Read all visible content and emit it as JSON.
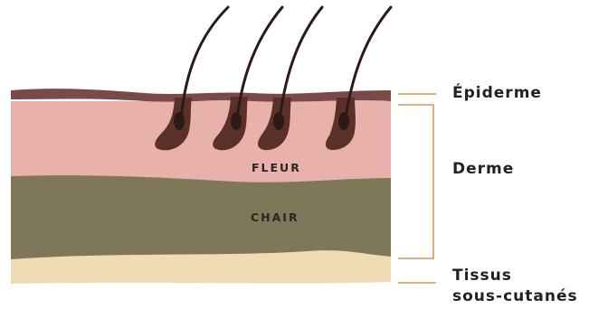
{
  "layers": {
    "fleur": "FLEUR",
    "chair": "CHAIR"
  },
  "labels": {
    "epiderme": "Épiderme",
    "derme": "Derme",
    "tissus_line1": "Tissus",
    "tissus_line2": "sous-cutanés"
  },
  "colors": {
    "epidermis": "#7a4a48",
    "dermis": "#e8b1ab",
    "flesh": "#7f7759",
    "subcutaneous": "#efdcb4",
    "hair": "#2a1a18",
    "follicle": "#5a3028",
    "bracket": "#d49a56"
  }
}
